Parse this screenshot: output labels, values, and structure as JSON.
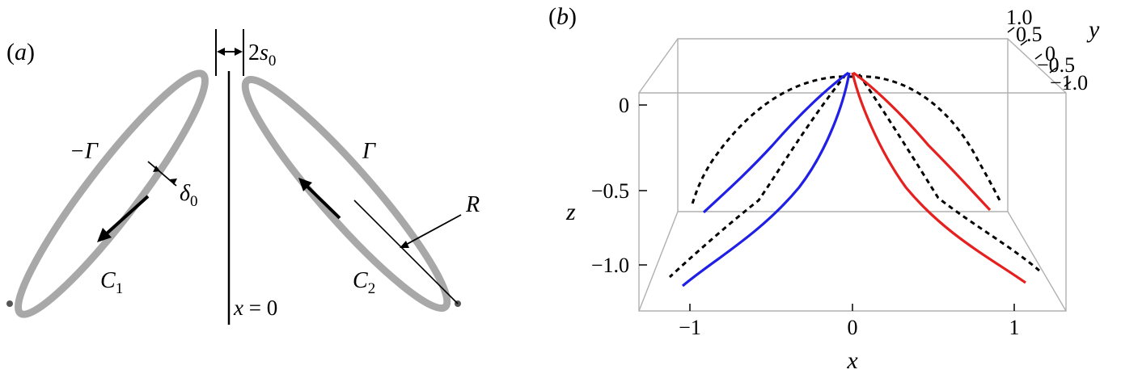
{
  "panel_a": {
    "label_open": "(",
    "label_letter": "a",
    "label_close": ")",
    "minus_gamma": "−Γ",
    "gamma": "Γ",
    "delta_sym": "δ",
    "delta_sub": "0",
    "gap_coef": "2",
    "gap_sym": "s",
    "gap_sub": "0",
    "radius": "R",
    "c1_sym": "C",
    "c1_sub": "1",
    "c2_sym": "C",
    "c2_sub": "2",
    "axis_x": "x",
    "axis_eq": "= 0",
    "colors": {
      "ring": "#a8a8a8",
      "line": "#000000"
    }
  },
  "panel_b": {
    "label_open": "(",
    "label_letter": "b",
    "label_close": ")",
    "axis_x": "x",
    "axis_y": "y",
    "axis_z": "z",
    "x_ticks": [
      "−1",
      "0",
      "1"
    ],
    "y_ticks": [
      "1.0",
      "0.5",
      "0",
      "−0.5",
      "−1.0"
    ],
    "z_ticks": [
      "0",
      "−0.5",
      "−1.0"
    ],
    "colors": {
      "left": "#1f1fe6",
      "right": "#e61f1f",
      "dashed": "#000000",
      "box": "#b0b0b0"
    }
  }
}
